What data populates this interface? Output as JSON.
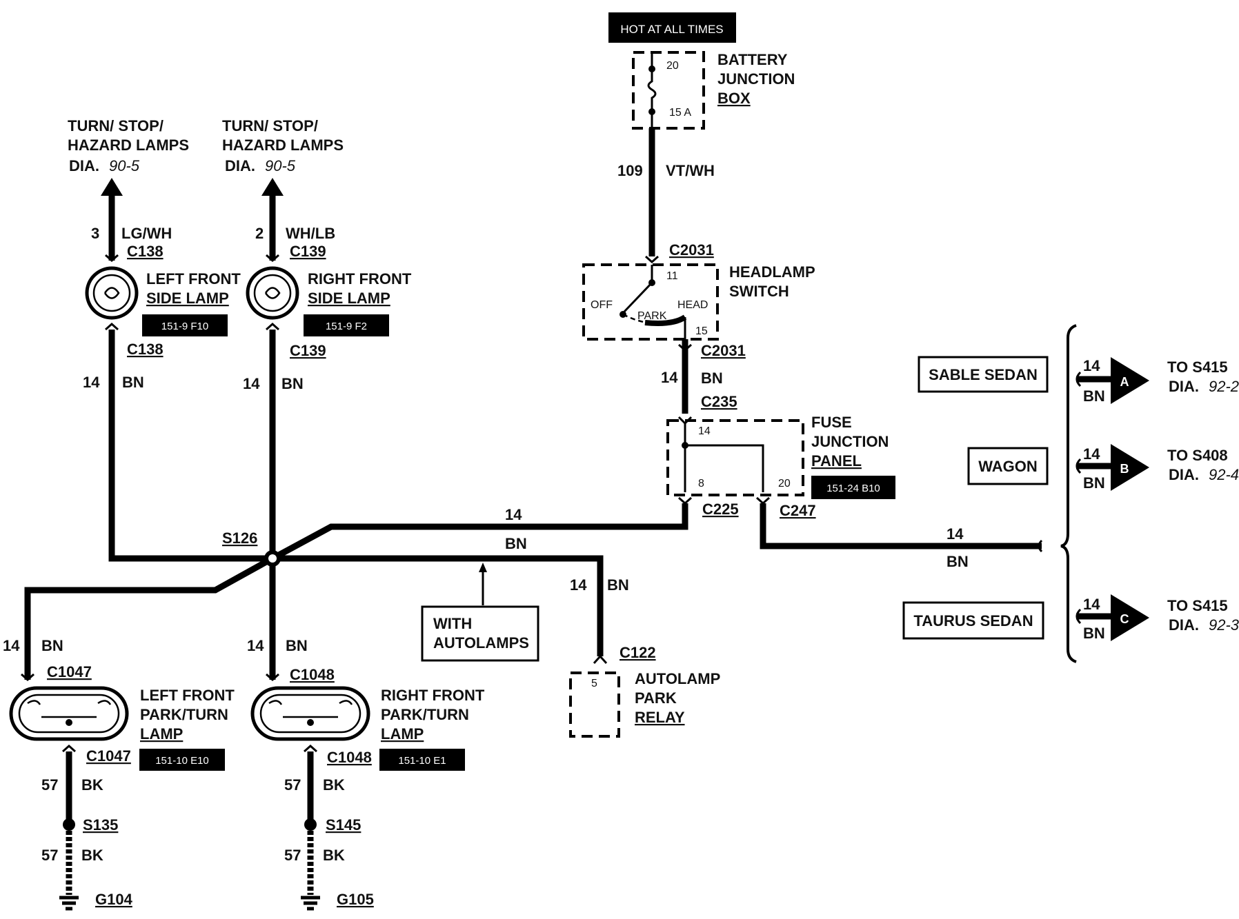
{
  "hot_label": "HOT AT ALL TIMES",
  "battery_box": {
    "line1": "BATTERY",
    "line2": "JUNCTION",
    "line3": "BOX",
    "pin": "20",
    "fuse": "15 A"
  },
  "battery_wire": {
    "gauge": "109",
    "color": "VT/WH"
  },
  "headlamp_switch": {
    "connector": "C2031",
    "line1": "HEADLAMP",
    "line2": "SWITCH",
    "pin_in": "11",
    "pin_out": "15",
    "off": "OFF",
    "park": "PARK",
    "head": "HEAD"
  },
  "switch_output": {
    "connector": "C2031",
    "gauge": "14",
    "color": "BN",
    "connector2": "C235"
  },
  "fuse_panel": {
    "line1": "FUSE",
    "line2": "JUNCTION",
    "line3": "PANEL",
    "ref": "151-24 B10",
    "pin_top": "14",
    "pin_left": "8",
    "pin_right": "20",
    "conn_left": "C225",
    "conn_right": "C247"
  },
  "left_side_lamp": {
    "dest1": "TURN/ STOP/",
    "dest2": "HAZARD LAMPS",
    "dia": "DIA.",
    "dia_ref": "90-5",
    "pin": "3",
    "color": "LG/WH",
    "conn_top": "C138",
    "name1": "LEFT FRONT",
    "name2": "SIDE LAMP",
    "ref": "151-9 F10",
    "conn_bottom": "C138",
    "gauge": "14",
    "wire_color": "BN"
  },
  "right_side_lamp": {
    "dest1": "TURN/ STOP/",
    "dest2": "HAZARD LAMPS",
    "dia": "DIA.",
    "dia_ref": "90-5",
    "pin": "2",
    "color": "WH/LB",
    "conn_top": "C139",
    "name1": "RIGHT FRONT",
    "name2": "SIDE LAMP",
    "ref": "151-9 F2",
    "conn_bottom": "C139",
    "gauge": "14",
    "wire_color": "BN"
  },
  "splice": "S126",
  "bus": {
    "top_gauge": "14",
    "bottom_color": "BN"
  },
  "autolamps_note": {
    "line1": "WITH",
    "line2": "AUTOLAMPS"
  },
  "autolamp_relay": {
    "gauge": "14",
    "color": "BN",
    "connector": "C122",
    "pin": "5",
    "line1": "AUTOLAMP",
    "line2": "PARK",
    "line3": "RELAY"
  },
  "left_park_lamp": {
    "gauge": "14",
    "color": "BN",
    "conn_top": "C1047",
    "name1": "LEFT FRONT",
    "name2": "PARK/TURN",
    "name3": "LAMP",
    "conn_bottom": "C1047",
    "ref": "151-10 E10",
    "ground_gauge": "57",
    "ground_color": "BK",
    "splice": "S135",
    "gauge2": "57",
    "color2": "BK",
    "ground": "G104"
  },
  "right_park_lamp": {
    "gauge": "14",
    "color": "BN",
    "conn_top": "C1048",
    "name1": "RIGHT FRONT",
    "name2": "PARK/TURN",
    "name3": "LAMP",
    "conn_bottom": "C1048",
    "ref": "151-10 E1",
    "ground_gauge": "57",
    "ground_color": "BK",
    "splice": "S145",
    "gauge2": "57",
    "color2": "BK",
    "ground": "G105"
  },
  "right_wire": {
    "gauge": "14",
    "color": "BN"
  },
  "variants": [
    {
      "label": "SABLE SEDAN",
      "gauge": "14",
      "color": "BN",
      "letter": "A",
      "to": "TO S415",
      "dia": "DIA.",
      "dia_ref": "92-2"
    },
    {
      "label": "WAGON",
      "gauge": "14",
      "color": "BN",
      "letter": "B",
      "to": "TO S408",
      "dia": "DIA.",
      "dia_ref": "92-4"
    },
    {
      "label": "TAURUS SEDAN",
      "gauge": "14",
      "color": "BN",
      "letter": "C",
      "to": "TO S415",
      "dia": "DIA.",
      "dia_ref": "92-3"
    }
  ]
}
